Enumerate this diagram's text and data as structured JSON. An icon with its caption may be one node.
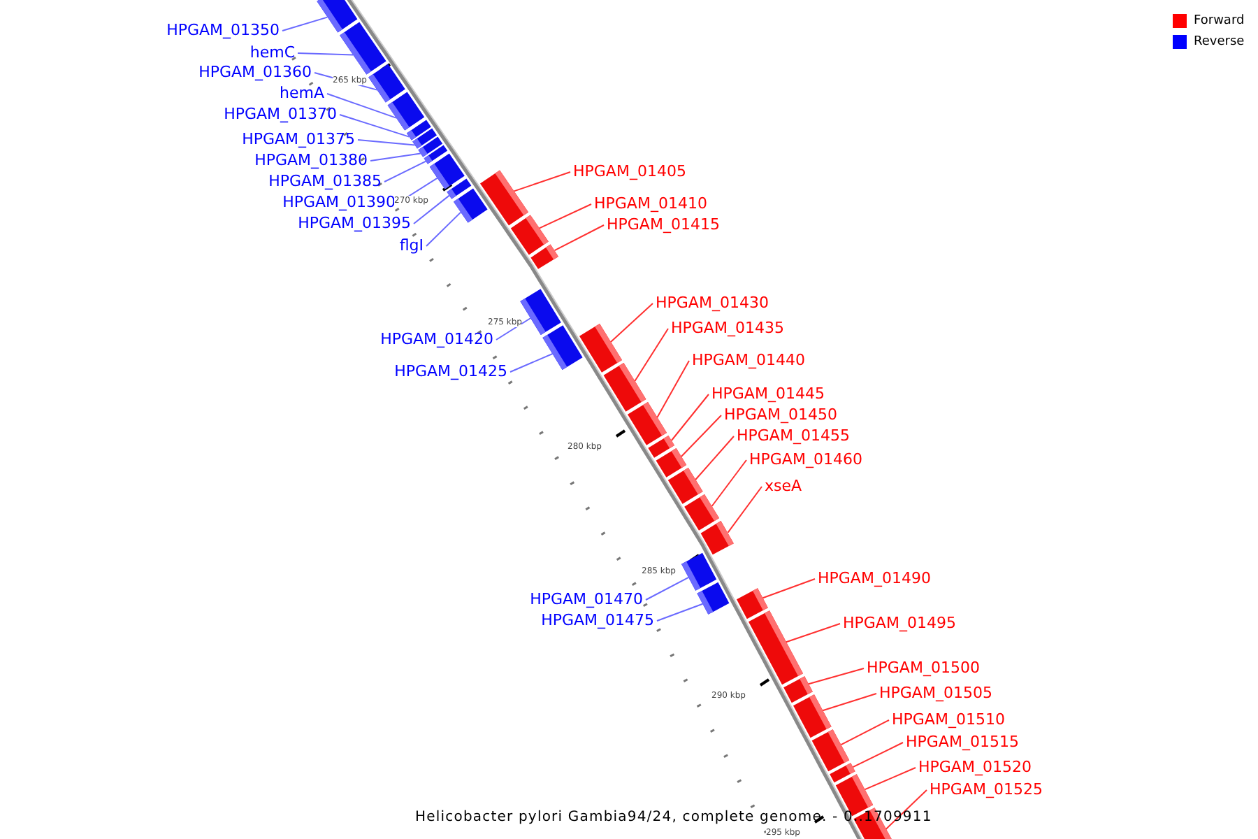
{
  "diagram": {
    "caption": "Helicobacter pylori Gambia94/24, complete genome. - 0..1709911",
    "nodes": [
      {
        "text": [
          "HPGAM_01350"
        ]
      },
      {
        "text": [
          "hemC"
        ]
      },
      {
        "text": [
          "HPGAM_01360"
        ]
      },
      {
        "text": [
          "hemA"
        ]
      },
      {
        "text": [
          "HPGAM_01370"
        ]
      },
      {
        "text": [
          "HPGAM_01375"
        ]
      },
      {
        "text": [
          "HPGAM_01380"
        ]
      },
      {
        "text": [
          "HPGAM_01385"
        ]
      },
      {
        "text": [
          "HPGAM_01390"
        ]
      },
      {
        "text": [
          "HPGAM_01395"
        ]
      },
      {
        "text": [
          "flgI"
        ]
      },
      {
        "text": [
          "HPGAM_01405"
        ]
      },
      {
        "text": [
          "HPGAM_01410"
        ]
      },
      {
        "text": [
          "HPGAM_01415"
        ]
      },
      {
        "text": [
          "HPGAM_01420"
        ]
      },
      {
        "text": [
          "HPGAM_01425"
        ]
      },
      {
        "text": [
          "HPGAM_01430"
        ]
      },
      {
        "text": [
          "HPGAM_01435"
        ]
      },
      {
        "text": [
          "HPGAM_01440"
        ]
      },
      {
        "text": [
          "HPGAM_01445"
        ]
      },
      {
        "text": [
          "HPGAM_01450"
        ]
      },
      {
        "text": [
          "HPGAM_01455"
        ]
      },
      {
        "text": [
          "HPGAM_01460"
        ]
      },
      {
        "text": [
          "xseA"
        ]
      },
      {
        "text": [
          "HPGAM_01470"
        ]
      },
      {
        "text": [
          "HPGAM_01475"
        ]
      },
      {
        "text": [
          "HPGAM_01490"
        ]
      },
      {
        "text": [
          "HPGAM_01495"
        ]
      },
      {
        "text": [
          "HPGAM_01500"
        ]
      },
      {
        "text": [
          "HPGAM_01505"
        ]
      },
      {
        "text": [
          "HPGAM_01510"
        ]
      },
      {
        "text": [
          "HPGAM_01515"
        ]
      },
      {
        "text": [
          "HPGAM_01520"
        ]
      },
      {
        "text": [
          "HPGAM_01525"
        ]
      },
      {
        "text": [],
        "shape": "bar"
      },
      {
        "text": [],
        "shape": "bar"
      },
      {
        "text": [],
        "shape": "bar"
      },
      {
        "text": [],
        "shape": "bar"
      },
      {
        "text": [],
        "shape": "bar"
      },
      {
        "text": [],
        "shape": "bar"
      },
      {
        "text": [],
        "shape": "bar"
      },
      {
        "text": [],
        "shape": "bar"
      },
      {
        "text": [],
        "shape": "bar"
      },
      {
        "text": [],
        "shape": "bar"
      },
      {
        "text": [],
        "shape": "bar"
      },
      {
        "text": [],
        "shape": "bar"
      },
      {
        "text": [],
        "shape": "bar"
      },
      {
        "text": [],
        "shape": "bar"
      },
      {
        "text": [],
        "shape": "bar"
      },
      {
        "text": [],
        "shape": "bar"
      },
      {
        "text": [],
        "shape": "bar"
      },
      {
        "text": [],
        "shape": "bar"
      },
      {
        "text": [],
        "shape": "bar"
      },
      {
        "text": [],
        "shape": "bar"
      },
      {
        "text": [],
        "shape": "bar"
      },
      {
        "text": [],
        "shape": "bar"
      },
      {
        "text": [],
        "shape": "bar"
      },
      {
        "text": [],
        "shape": "bar"
      },
      {
        "text": [],
        "shape": "bar"
      },
      {
        "text": [],
        "shape": "bar"
      },
      {
        "text": [],
        "shape": "bar"
      },
      {
        "text": [],
        "shape": "bar"
      },
      {
        "text": [],
        "shape": "bar"
      },
      {
        "text": [],
        "shape": "bar"
      },
      {
        "text": [],
        "shape": "bar"
      },
      {
        "text": [],
        "shape": "bar"
      },
      {
        "text": [],
        "shape": "bar"
      },
      {
        "text": [],
        "shape": "bar"
      }
    ],
    "edges": [
      {
        "from": 0,
        "to": 34,
        "arrow": "none",
        "color": "#6a6aff"
      },
      {
        "from": 1,
        "to": 35,
        "arrow": "none",
        "color": "#6a6aff"
      },
      {
        "from": 2,
        "to": 36,
        "arrow": "none",
        "color": "#6a6aff"
      },
      {
        "from": 3,
        "to": 37,
        "arrow": "none",
        "color": "#6a6aff"
      },
      {
        "from": 4,
        "to": 38,
        "arrow": "none",
        "color": "#6a6aff"
      },
      {
        "from": 5,
        "to": 39,
        "arrow": "none",
        "color": "#6a6aff"
      },
      {
        "from": 6,
        "to": 40,
        "arrow": "none",
        "color": "#6a6aff"
      },
      {
        "from": 7,
        "to": 41,
        "arrow": "none",
        "color": "#6a6aff"
      },
      {
        "from": 8,
        "to": 42,
        "arrow": "none",
        "color": "#6a6aff"
      },
      {
        "from": 9,
        "to": 43,
        "arrow": "none",
        "color": "#6a6aff"
      },
      {
        "from": 10,
        "to": 44,
        "arrow": "none",
        "color": "#6a6aff"
      },
      {
        "from": 11,
        "to": 45,
        "arrow": "none"
      },
      {
        "from": 12,
        "to": 46,
        "arrow": "none"
      },
      {
        "from": 13,
        "to": 47,
        "arrow": "none"
      },
      {
        "from": 14,
        "to": 48,
        "arrow": "none",
        "color": "#6a6aff"
      },
      {
        "from": 15,
        "to": 49,
        "arrow": "none",
        "color": "#6a6aff"
      },
      {
        "from": 16,
        "to": 50,
        "arrow": "none"
      },
      {
        "from": 17,
        "to": 51,
        "arrow": "none"
      },
      {
        "from": 18,
        "to": 52,
        "arrow": "none"
      },
      {
        "from": 19,
        "to": 53,
        "arrow": "none"
      },
      {
        "from": 20,
        "to": 54,
        "arrow": "none"
      },
      {
        "from": 21,
        "to": 55,
        "arrow": "none"
      },
      {
        "from": 22,
        "to": 56,
        "arrow": "none"
      },
      {
        "from": 23,
        "to": 57,
        "arrow": "none"
      },
      {
        "from": 24,
        "to": 58,
        "arrow": "none",
        "color": "#6a6aff"
      },
      {
        "from": 25,
        "to": 59,
        "arrow": "none",
        "color": "#6a6aff"
      },
      {
        "from": 26,
        "to": 60,
        "arrow": "none"
      },
      {
        "from": 27,
        "to": 61,
        "arrow": "none"
      },
      {
        "from": 28,
        "to": 62,
        "arrow": "none"
      },
      {
        "from": 29,
        "to": 63,
        "arrow": "none"
      },
      {
        "from": 30,
        "to": 64,
        "arrow": "none"
      },
      {
        "from": 31,
        "to": 65,
        "arrow": "none"
      },
      {
        "from": 32,
        "to": 66,
        "arrow": "none"
      },
      {
        "from": 33,
        "to": 67,
        "arrow": "none"
      }
    ],
    "labels": [
      "265 kbp",
      "270 kbp",
      "275 kbp",
      "280 kbp",
      "285 kbp",
      "290 kbp",
      "295 kbp"
    ],
    "legend": [
      {
        "text": "Forward",
        "color": "#ff0000"
      },
      {
        "text": "Reverse",
        "color": "#0000ff"
      }
    ]
  }
}
